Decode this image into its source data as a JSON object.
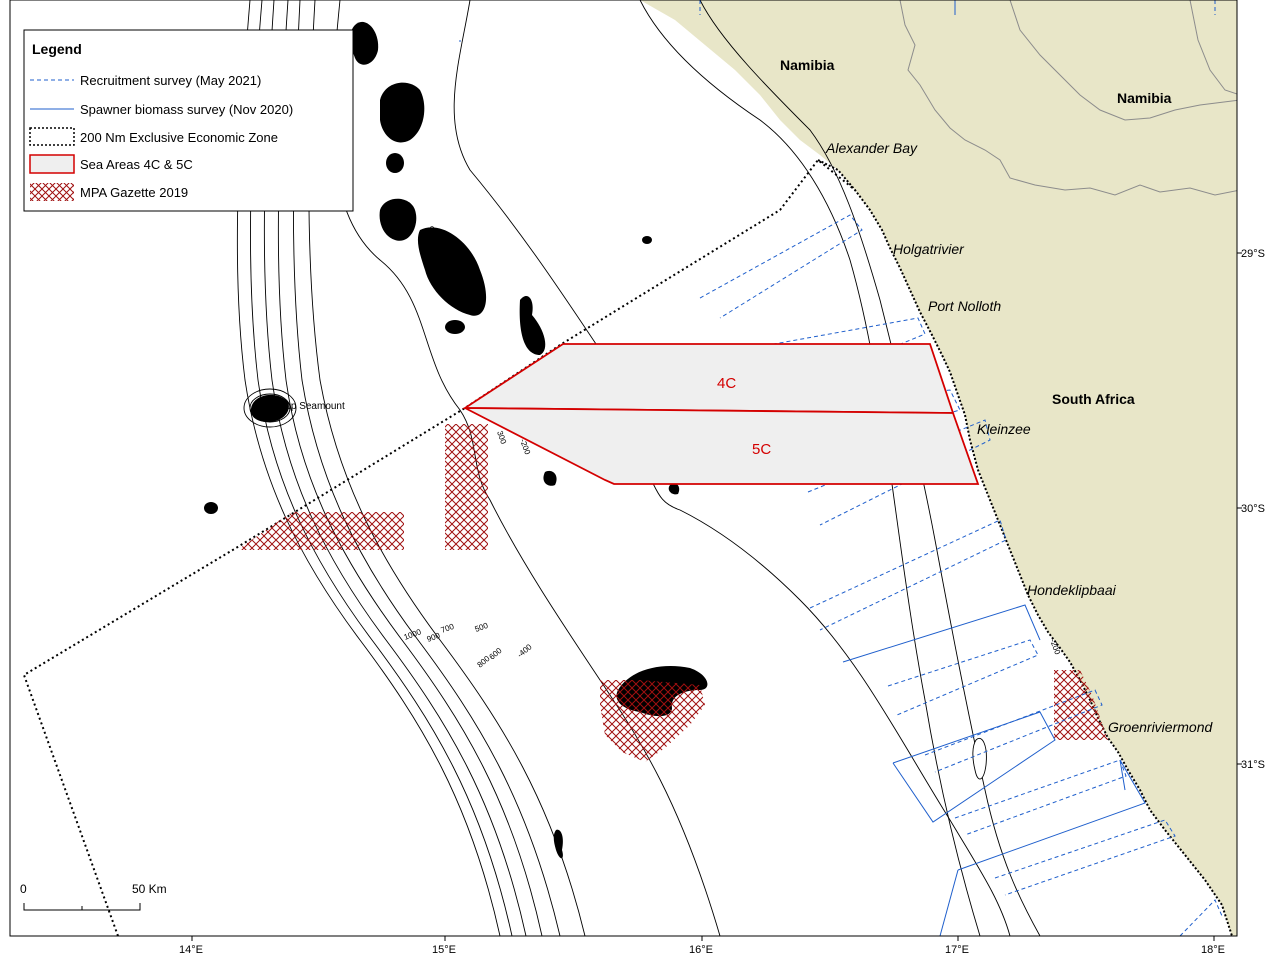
{
  "legend": {
    "title": "Legend",
    "items": [
      {
        "key": "recruitment",
        "label": "Recruitment survey (May 2021)"
      },
      {
        "key": "spawner",
        "label": "Spawner biomass survey (Nov 2020)"
      },
      {
        "key": "eez",
        "label": "200 Nm Exclusive Economic Zone"
      },
      {
        "key": "sea_areas",
        "label": "Sea Areas 4C & 5C"
      },
      {
        "key": "mpa",
        "label": "MPA Gazette 2019"
      }
    ]
  },
  "places": {
    "namibia_1": "Namibia",
    "namibia_2": "Namibia",
    "south_africa": "South Africa",
    "alexander_bay": "Alexander Bay",
    "holgatrivier": "Holgatrivier",
    "port_nolloth": "Port Nolloth",
    "kleinzee": "Kleinzee",
    "hondeklipbaai": "Hondeklipbaai",
    "groenriviermond": "Groenriviermond",
    "tripp_seamount": "Tripp Seamount"
  },
  "areas": {
    "a4c": "4C",
    "a5c": "5C"
  },
  "contours": {
    "c1000": "1000",
    "c900": "900",
    "c700": "700",
    "c500": "500",
    "c600": "600",
    "c800": "800",
    "c400": "-400",
    "c200a": "-200",
    "c200b": "-200",
    "c300": "300",
    "c2": "-200"
  },
  "x_ticks": [
    "14°E",
    "15°E",
    "16°E",
    "17°E",
    "18°E"
  ],
  "y_ticks": [
    "29°S",
    "30°S",
    "31°S"
  ],
  "scale": {
    "zero": "0",
    "fifty": "50 Km"
  },
  "colors": {
    "land": "#e8e6c8",
    "survey": "#1f5fcc",
    "sea_area_stroke": "#d40000",
    "sea_area_fill": "#efefef",
    "mpa": "#a01010",
    "bathy": "#000000"
  }
}
